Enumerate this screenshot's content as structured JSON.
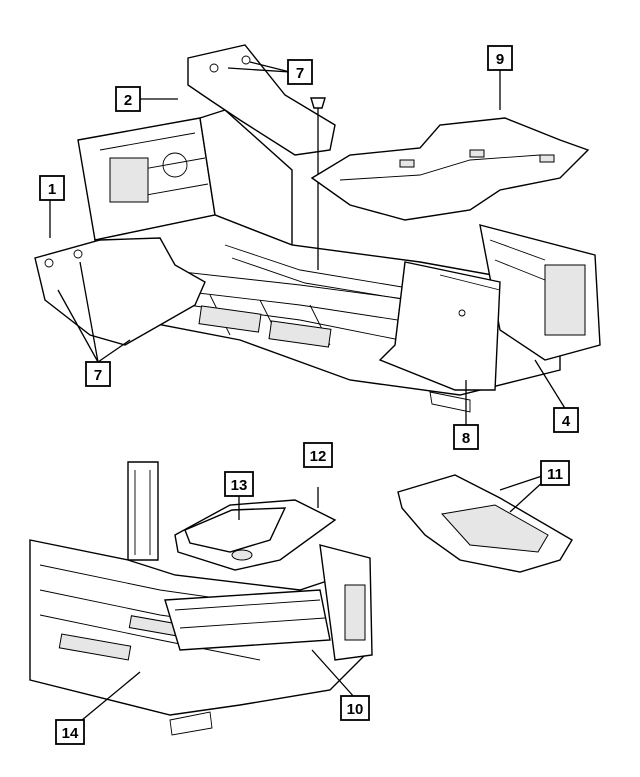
{
  "callouts": {
    "c1": "1",
    "c2": "2",
    "c4": "4",
    "c7a": "7",
    "c7b": "7",
    "c8": "8",
    "c9": "9",
    "c10": "10",
    "c11": "11",
    "c12": "12",
    "c13": "13",
    "c14": "14"
  }
}
